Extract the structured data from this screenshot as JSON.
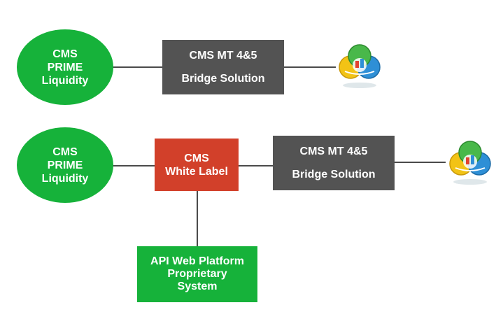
{
  "row1": {
    "liquidity": {
      "lines": [
        "CMS",
        "PRIME",
        "Liquidity"
      ]
    },
    "bridge": {
      "line1": "CMS MT 4&5",
      "line2": "Bridge Solution"
    },
    "platform_icon": "metatrader-icon"
  },
  "row2": {
    "liquidity": {
      "lines": [
        "CMS",
        "PRIME",
        "Liquidity"
      ]
    },
    "white_label": {
      "lines": [
        "CMS",
        "White Label"
      ]
    },
    "bridge": {
      "line1": "CMS MT 4&5",
      "line2": "Bridge Solution"
    },
    "platform_icon": "metatrader-icon",
    "api": {
      "lines": [
        "API Web Platform",
        "Proprietary",
        "System"
      ]
    }
  },
  "colors": {
    "green": "#16b23a",
    "dark_gray": "#535353",
    "red": "#d2402a",
    "connector": "#4a4a4a"
  }
}
